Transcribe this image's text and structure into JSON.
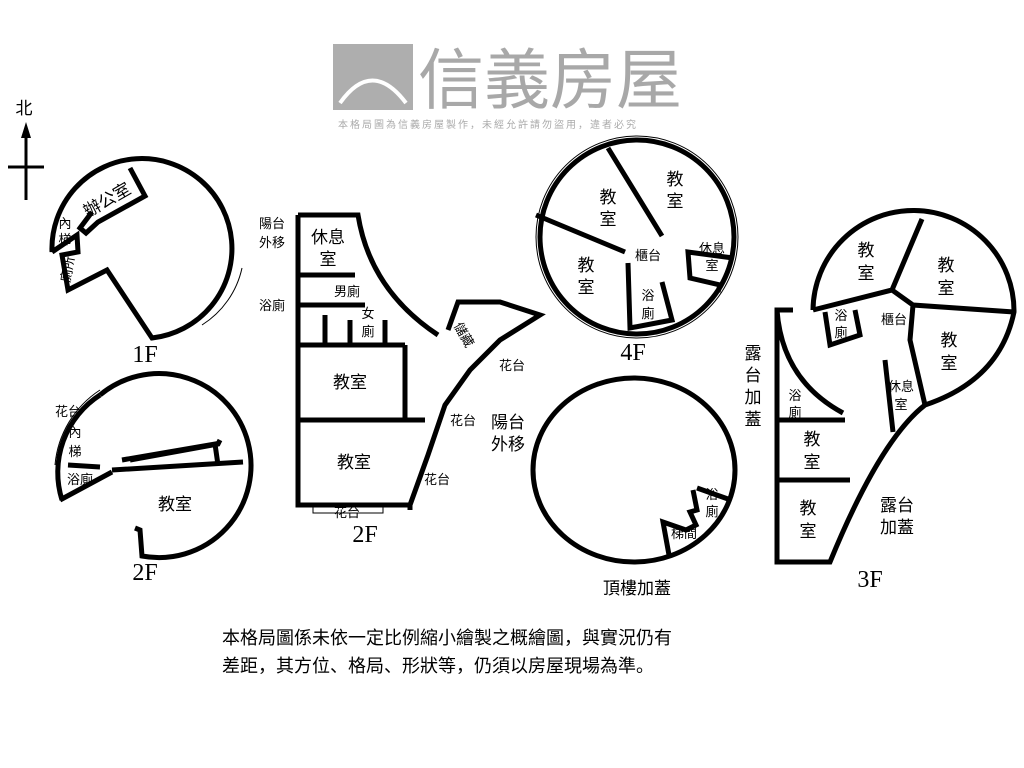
{
  "compass": {
    "north": "北"
  },
  "floor_1f": {
    "title": "1F",
    "office": "辦公室",
    "stair": [
      "內",
      "梯"
    ],
    "restroom": "廁所"
  },
  "floor_2f_left": {
    "title": "2F",
    "planter": "花台",
    "stair": [
      "內",
      "梯"
    ],
    "restroom": "浴廁",
    "classroom": "教室"
  },
  "floor_2f_mid": {
    "title": "2F",
    "balcony_moved_top": [
      "陽台",
      "外移"
    ],
    "lounge": [
      "休息",
      "室"
    ],
    "restroom": "浴廁",
    "mens": "男廁",
    "womens": [
      "女",
      "廁"
    ],
    "classroom_1": "教室",
    "classroom_2": "教室",
    "planter_1": "花台",
    "planter_2": "花台",
    "planter_3": "花台",
    "planter_bottom": "花台",
    "storage": "儲藏",
    "balcony_moved_right": [
      "陽台",
      "外移"
    ]
  },
  "floor_4f": {
    "title": "4F",
    "classroom_1": [
      "教",
      "室"
    ],
    "classroom_2": [
      "教",
      "室"
    ],
    "classroom_3": [
      "教",
      "室"
    ],
    "counter": "櫃台",
    "lounge": [
      "休息",
      "室"
    ],
    "restroom": [
      "浴",
      "廁"
    ]
  },
  "rooftop": {
    "title": "頂樓加蓋",
    "restroom": [
      "浴",
      "廁"
    ],
    "stairwell": "梯間"
  },
  "floor_3f": {
    "title": "3F",
    "classroom_1": [
      "教",
      "室"
    ],
    "classroom_2": [
      "教",
      "室"
    ],
    "classroom_3": [
      "教",
      "室"
    ],
    "counter": "櫃台",
    "restroom_top": [
      "浴",
      "廁"
    ],
    "lounge": [
      "休息",
      "室"
    ],
    "terrace_left": [
      "露",
      "台",
      "加",
      "蓋"
    ],
    "restroom_left": [
      "浴",
      "廁"
    ],
    "classroom_4": [
      "教",
      "室"
    ],
    "classroom_5": [
      "教",
      "室"
    ],
    "terrace_right": [
      "露台",
      "加蓋"
    ]
  },
  "watermark": {
    "brand": "信義房屋",
    "notice": "本格局圖為信義房屋製作，未經允許請勿盜用，違者必究"
  },
  "disclaimer": {
    "line1": "本格局圖係未依一定比例縮小繪製之概繪圖，與實況仍有",
    "line2": "差距，其方位、格局、形狀等，仍須以房屋現場為準。"
  }
}
